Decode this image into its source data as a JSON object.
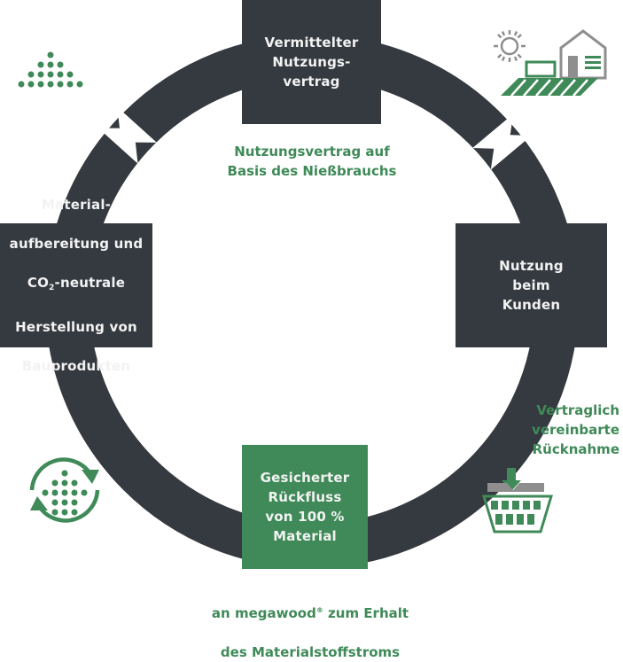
{
  "colors": {
    "ring": "#353a40",
    "green": "#3f8a58",
    "grey_icon": "#8e8e8e",
    "white": "#ffffff"
  },
  "boxes": {
    "top": {
      "lines": "Vermittelter\nNutzungs-\nvertrag"
    },
    "right": {
      "lines": "Nutzung\nbeim\nKunden"
    },
    "bottom": {
      "lines": "Gesicherter\nRückfluss\nvon 100 %\nMaterial"
    },
    "left": {
      "line1": "Material-",
      "line2": "aufbereitung und",
      "line3_pre": "CO",
      "line3_sub": "2",
      "line3_post": "-neutrale",
      "line4": "Herstellung von",
      "line5": "Bauprodukten"
    }
  },
  "captions": {
    "top": "Nutzungsvertrag auf\nBasis des Nießbrauchs",
    "right": "Vertraglich\nvereinbarte\nRücknahme",
    "bottom_line1": "an megawood",
    "bottom_reg": "®",
    "bottom_line1_post": " zum Erhalt",
    "bottom_line2": "des Materialstoffstroms"
  },
  "icons": {
    "top_left": "dot-pyramid-icon",
    "top_right": "house-sun-field-icon",
    "bottom_left": "recycle-dots-icon",
    "bottom_right": "basket-arrow-icon"
  }
}
